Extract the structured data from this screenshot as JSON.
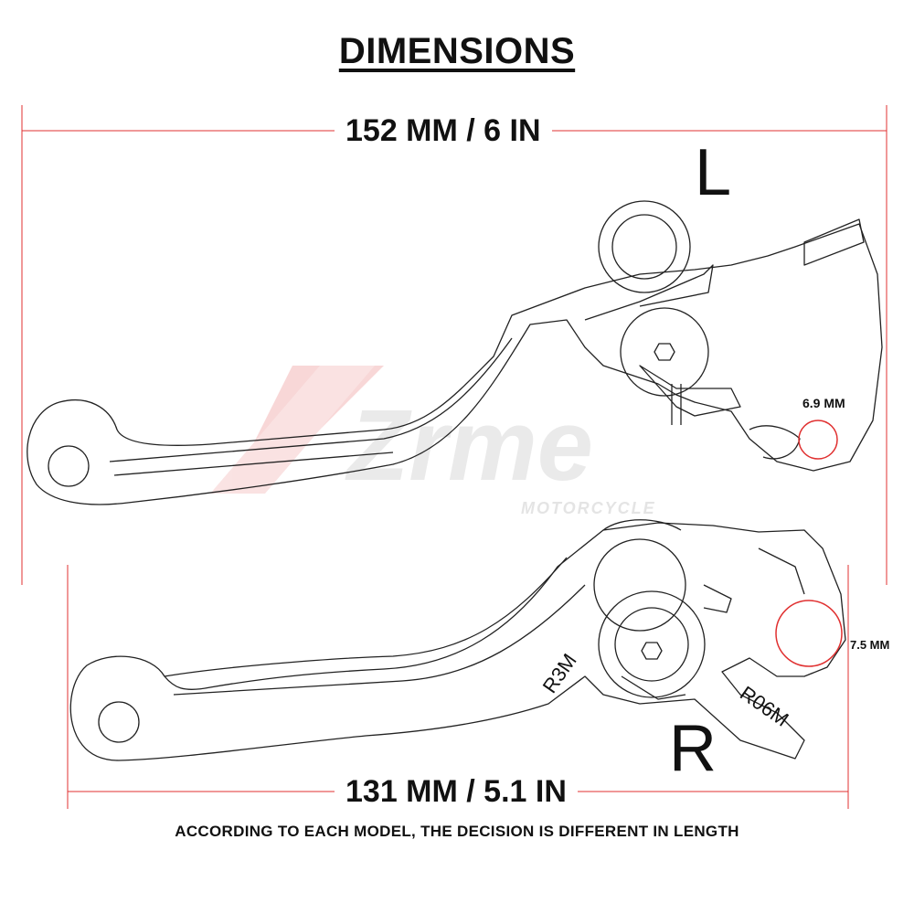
{
  "title": "DIMENSIONS",
  "watermark": {
    "brand": "Zrme",
    "sub": "MOTORCYCLE"
  },
  "left_lever": {
    "side_label": "L",
    "length": "152 MM / 6 IN",
    "hole": "6.9 MM"
  },
  "right_lever": {
    "side_label": "R",
    "length": "131 MM / 5.1 IN",
    "hole": "7.5 MM",
    "marks": [
      "R3M",
      "R06M"
    ]
  },
  "note": "ACCORDING TO EACH MODEL, THE DECISION IS DIFFERENT IN LENGTH",
  "colors": {
    "dimension_line": "#e03030",
    "outline": "#222222",
    "watermark": "#f2c4c4"
  }
}
